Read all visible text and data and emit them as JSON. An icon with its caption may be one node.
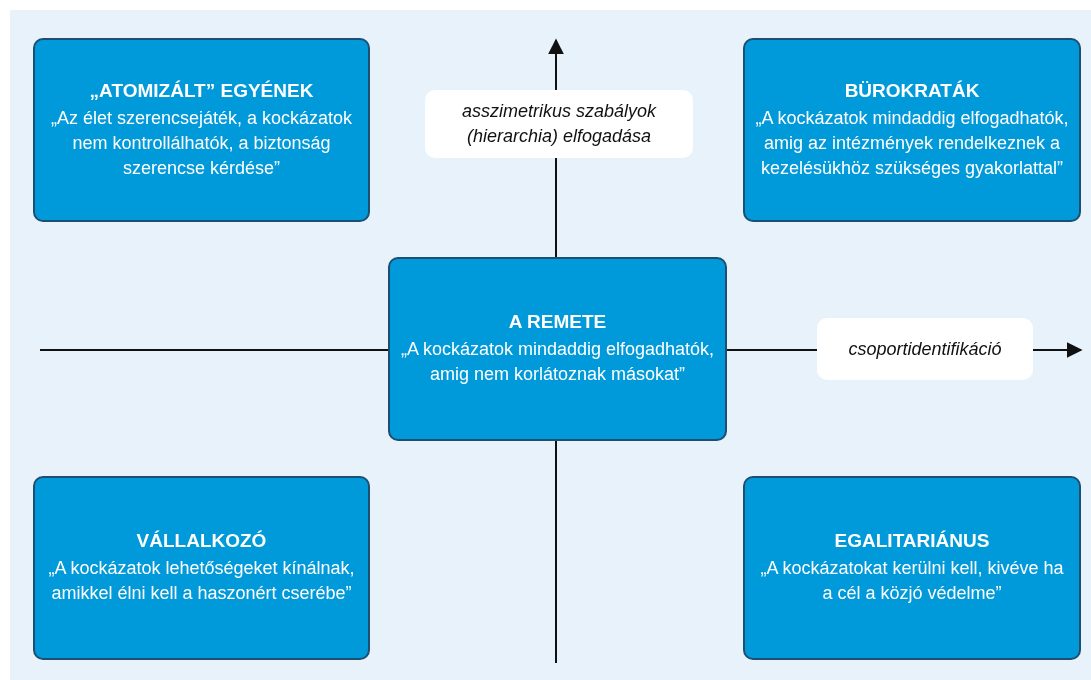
{
  "diagram": {
    "nodes": [
      {
        "text": [
          "„ATOMIZÁLT” EGYÉNEK",
          "„Az élet szerencsejáték, a kockázatok nem kontrollálhatók, a biztonság szerencse kérdése”"
        ]
      },
      {
        "text": [
          "asszimetrikus szabályok (hierarchia) elfogadása"
        ]
      },
      {
        "text": [
          "BÜROKRATÁK",
          "„A kockázatok mindaddig elfogadhatók, amig az intézmények rendelkeznek a kezelésükhöz szükséges gyakorlattal”"
        ]
      },
      {
        "text": [
          "A REMETE",
          "„A kockázatok mindaddig elfogadhatók, amig nem korlátoznak másokat”"
        ]
      },
      {
        "text": [
          "csoportidentifikáció"
        ]
      },
      {
        "text": [
          "VÁLLALKOZÓ",
          "„A kockázatok lehetőségeket kínálnak, amikkel élni kell a haszonért cserébe”"
        ]
      },
      {
        "text": [
          "EGALITARIÁNUS",
          "„A kockázatokat kerülni kell, kivéve ha a cél a közjó védelme”"
        ]
      }
    ]
  }
}
